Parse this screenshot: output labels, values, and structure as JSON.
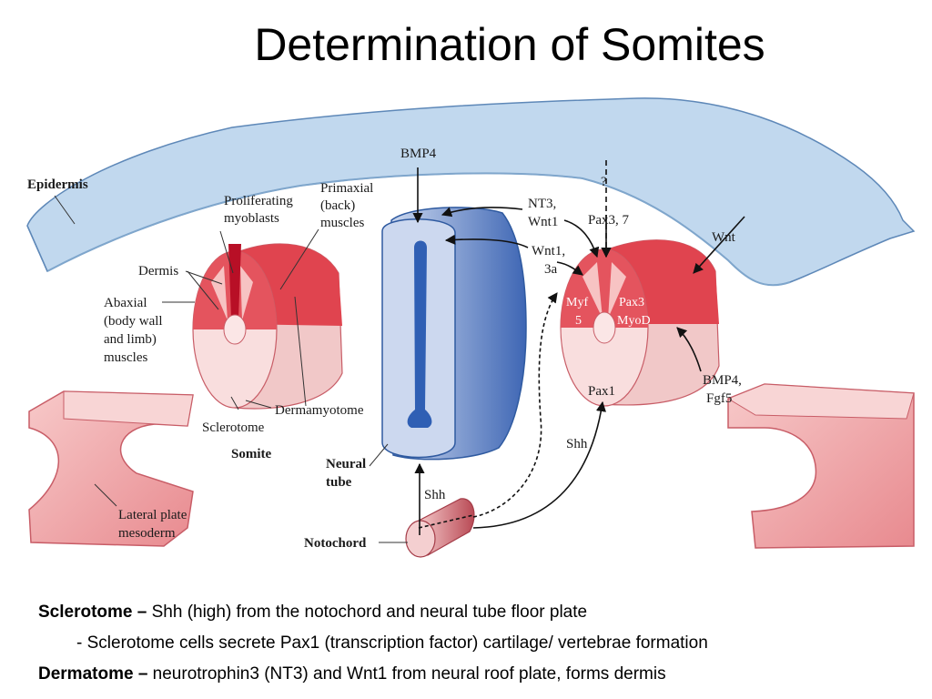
{
  "title": "Determination of Somites",
  "labels": {
    "epidermis": "Epidermis",
    "bmp4_top": "BMP4",
    "proliferating_1": "Proliferating",
    "proliferating_2": "myoblasts",
    "primaxial_1": "Primaxial",
    "primaxial_2": "(back)",
    "primaxial_3": "muscles",
    "dermis": "Dermis",
    "abaxial_1": "Abaxial",
    "abaxial_2": "(body wall",
    "abaxial_3": "and limb)",
    "abaxial_4": "muscles",
    "dermamyotome": "Dermamyotome",
    "sclerotome": "Sclerotome",
    "somite": "Somite",
    "lateral_1": "Lateral plate",
    "lateral_2": "mesoderm",
    "neural_1": "Neural",
    "neural_2": "tube",
    "shh_bottom": "Shh",
    "notochord": "Notochord",
    "nt3": "NT3,",
    "wnt1_a": "Wnt1",
    "question": "?",
    "pax37": "Pax3, 7",
    "wnt": "Wnt",
    "wnt1_b": "Wnt1,",
    "wnt1_c": "3a",
    "myf_1": "Myf",
    "myf_2": "5",
    "pax3": "Pax3",
    "myod": "MyoD",
    "pax1": "Pax1",
    "bmp4_right": "BMP4,",
    "fgf5": "Fgf5",
    "shh_right": "Shh"
  },
  "caption": {
    "line1_bold": "Sclerotome –",
    "line1_text": " Shh (high) from the notochord and neural tube floor plate",
    "line2_text": "- Sclerotome cells secrete Pax1 (transcription factor) cartilage/ vertebrae formation",
    "line3_bold": "Dermatome –",
    "line3_text": " neurotrophin3 (NT3) and  Wnt1 from neural roof plate, forms dermis"
  }
}
